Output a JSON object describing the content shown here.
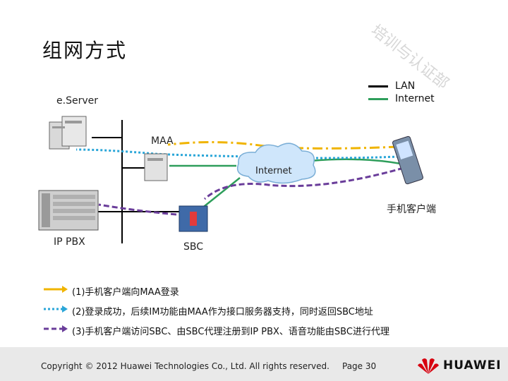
{
  "title": "组网方式",
  "watermark": "培训与认证部",
  "legend": {
    "lan": "LAN",
    "internet": "Internet",
    "colors": {
      "lan": "#000000",
      "internet": "#2e9e5b"
    }
  },
  "nodes": {
    "eserver": "e.Server",
    "maa": "MAA",
    "cloud": "Internet",
    "mobile": "手机客户端",
    "ippbx": "IP PBX",
    "sbc": "SBC"
  },
  "notes": [
    {
      "text": "(1)手机客户端向MAA登录",
      "color": "#f0b400",
      "style": "arrow-solid"
    },
    {
      "text": "(2)登录成功，后续IM功能由MAA作为接口服务器支持，同时返回SBC地址",
      "color": "#2aa6d8",
      "style": "dotted"
    },
    {
      "text": "(3)手机客户端访问SBC、由SBC代理注册到IP PBX、语音功能由SBC进行代理",
      "color": "#6a3d9a",
      "style": "dashed"
    }
  ],
  "flow_colors": {
    "yellow": "#f0b400",
    "blue": "#2aa6d8",
    "purple": "#6a3d9a"
  },
  "footer": {
    "copyright": "Copyright © 2012 Huawei Technologies Co., Ltd. All rights reserved.",
    "page": "Page 30",
    "brand": "HUAWEI"
  },
  "icons": [
    "server-icon",
    "cloud-icon",
    "mobile-phone-icon",
    "ippbx-rack-icon",
    "sbc-device-icon",
    "huawei-logo-icon"
  ]
}
